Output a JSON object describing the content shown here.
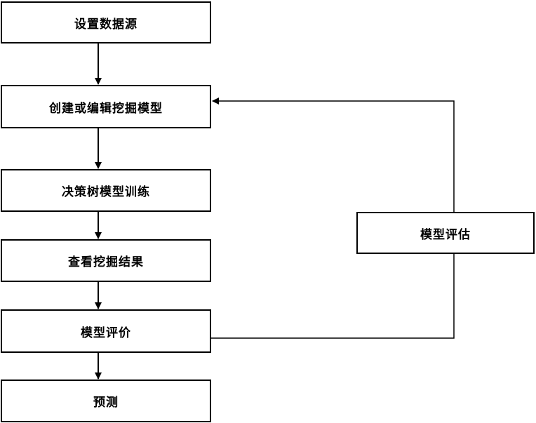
{
  "flowchart": {
    "steps": [
      {
        "label": "设置数据源"
      },
      {
        "label": "创建或编辑挖掘模型"
      },
      {
        "label": "决策树模型训练"
      },
      {
        "label": "查看挖掘结果"
      },
      {
        "label": "模型评价"
      },
      {
        "label": "预测"
      }
    ],
    "side_box": {
      "label": "模型评估"
    }
  },
  "colors": {
    "stroke": "#000000",
    "background": "#ffffff"
  }
}
